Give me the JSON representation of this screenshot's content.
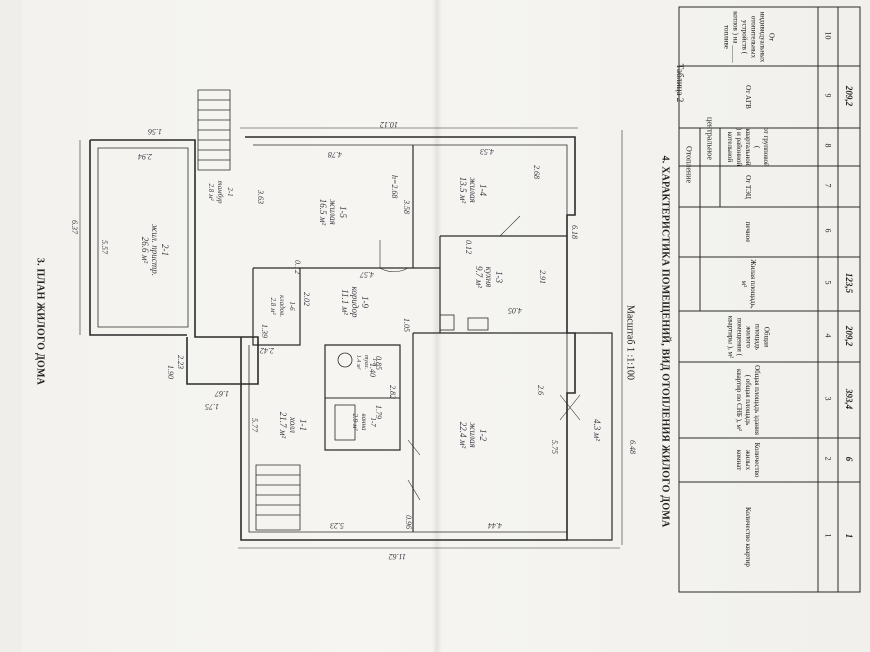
{
  "plan": {
    "heading": "3. ПЛАН ЖИЛОГО ДОМА",
    "scale": "Масштаб 1 :1:100",
    "outer_dims": {
      "top": "10.12",
      "bottom": "11.62",
      "left_upper": "6.37",
      "right": "6.48",
      "porch": "1.67",
      "porch_left": "1.90",
      "porch_small": "1.75",
      "annex_top": "1.56"
    },
    "inner_dims": [
      "5.57",
      "2.94",
      "2.23",
      "3.63",
      "4.78",
      "4.53",
      "2.68",
      "3.58",
      "2.91",
      "6.18",
      "4.57",
      "0.12",
      "2.02",
      "1.39",
      "2.42",
      "1.05",
      "4.05",
      "2.6",
      "0.85",
      "1.79",
      "2.82",
      "5.77",
      "5.75",
      "5.23",
      "4.44",
      "0.96",
      "0.12",
      "1.40"
    ],
    "rooms": [
      {
        "number": "2-1",
        "name": "жил. пристр.",
        "area": "26.6 м²"
      },
      {
        "number": "2-1",
        "name": "тамбур",
        "area": "2.8 м²"
      },
      {
        "number": "1-5",
        "name": "жилая",
        "area": "16.5 м²"
      },
      {
        "number": "1-4",
        "name": "жилая",
        "area": "13.5 м²"
      },
      {
        "number": "1-6",
        "name": "кладов.",
        "area": "2.8 м²"
      },
      {
        "number": "1-9",
        "name": "коридор",
        "area": "11.1 м²"
      },
      {
        "number": "1-3",
        "name": "кухня",
        "area": "9.7 м²"
      },
      {
        "number": "1-8",
        "name": "туал.",
        "area": "1.4 м²"
      },
      {
        "number": "1-7",
        "name": "ванна",
        "area": "2.9 м²"
      },
      {
        "number": "1-1",
        "name": "холл",
        "area": "21.7 м²"
      },
      {
        "number": "1-2",
        "name": "жилая",
        "area": "22.4 м²"
      },
      {
        "number": "",
        "name": "",
        "area": "4.3 м²"
      }
    ],
    "stair_label": "h=2.68"
  },
  "table_section": {
    "heading": "4. ХАРАКТЕРИСТИКА ПОМЕЩЕНИЙ, ВИД ОТОПЛЕНИЯ ЖИЛОГО ДОМА",
    "caption": "Таблица 2",
    "columns": [
      {
        "num": "1",
        "header": "Количество квартир",
        "value": "1"
      },
      {
        "num": "2",
        "header": "Количество жилых комнат",
        "value": "6"
      },
      {
        "num": "3",
        "header": "Общая площадь здания ( общая площадь квартир по СНБ ), м²",
        "value": "393,4"
      },
      {
        "num": "4",
        "header": "Общая площадь жилого помещения ( квартиры ), м²",
        "value": "209,2"
      },
      {
        "num": "5",
        "header": "Жилая площадь, м²",
        "value": "123,5"
      },
      {
        "num": "6",
        "header": "печное",
        "value": ""
      },
      {
        "num": "7",
        "header": "От ТЭЦ",
        "value": ""
      },
      {
        "num": "8",
        "header": "от групповой ( квартальной ) и районной котельной",
        "value": ""
      },
      {
        "num": "9",
        "header": "От АГВ",
        "value": "209,2"
      },
      {
        "num": "10",
        "header": "От индивидуальных отопительных устройств ( котлов ) на _____ топливе",
        "value": ""
      }
    ],
    "group_heading": "Отопление",
    "subgroup_heading": "центральное"
  },
  "colors": {
    "paper": "#f4f3ef",
    "ink": "#2a2a2a",
    "handwriting": "#3a3a44"
  }
}
